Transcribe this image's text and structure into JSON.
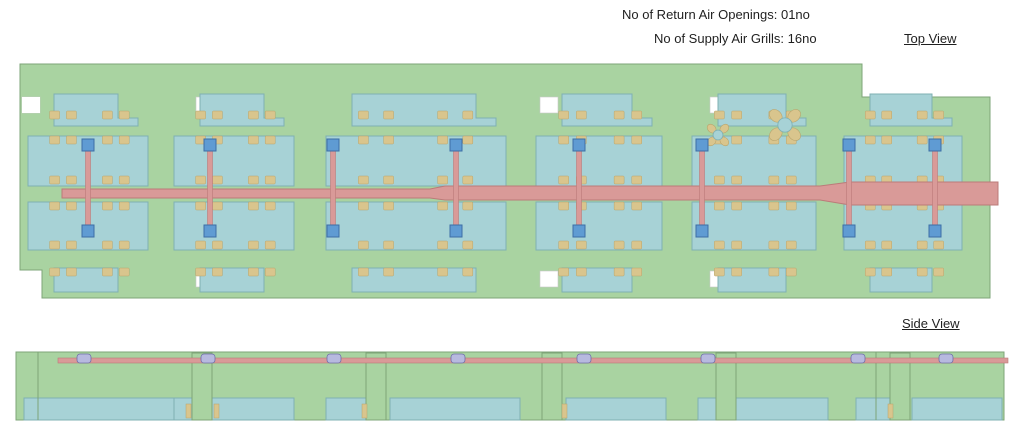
{
  "annotations": {
    "return_air_openings": "No of Return Air Openings: 01no",
    "supply_air_grills": "No of Supply Air Grills: 16no"
  },
  "views": {
    "top_title": "Top View",
    "side_title": "Side View"
  },
  "colors": {
    "floor": "#a9d3a1",
    "floor_stroke": "#7ea478",
    "zone": "#a7d2d6",
    "zone_stroke": "#7fb0b3",
    "duct": "#d99a98",
    "duct_stroke": "#bb7b79",
    "diffuser": "#5f9bd3",
    "diffuser_stroke": "#3c6ea6",
    "seat": "#d9c58d",
    "column": "#ffffff"
  }
}
